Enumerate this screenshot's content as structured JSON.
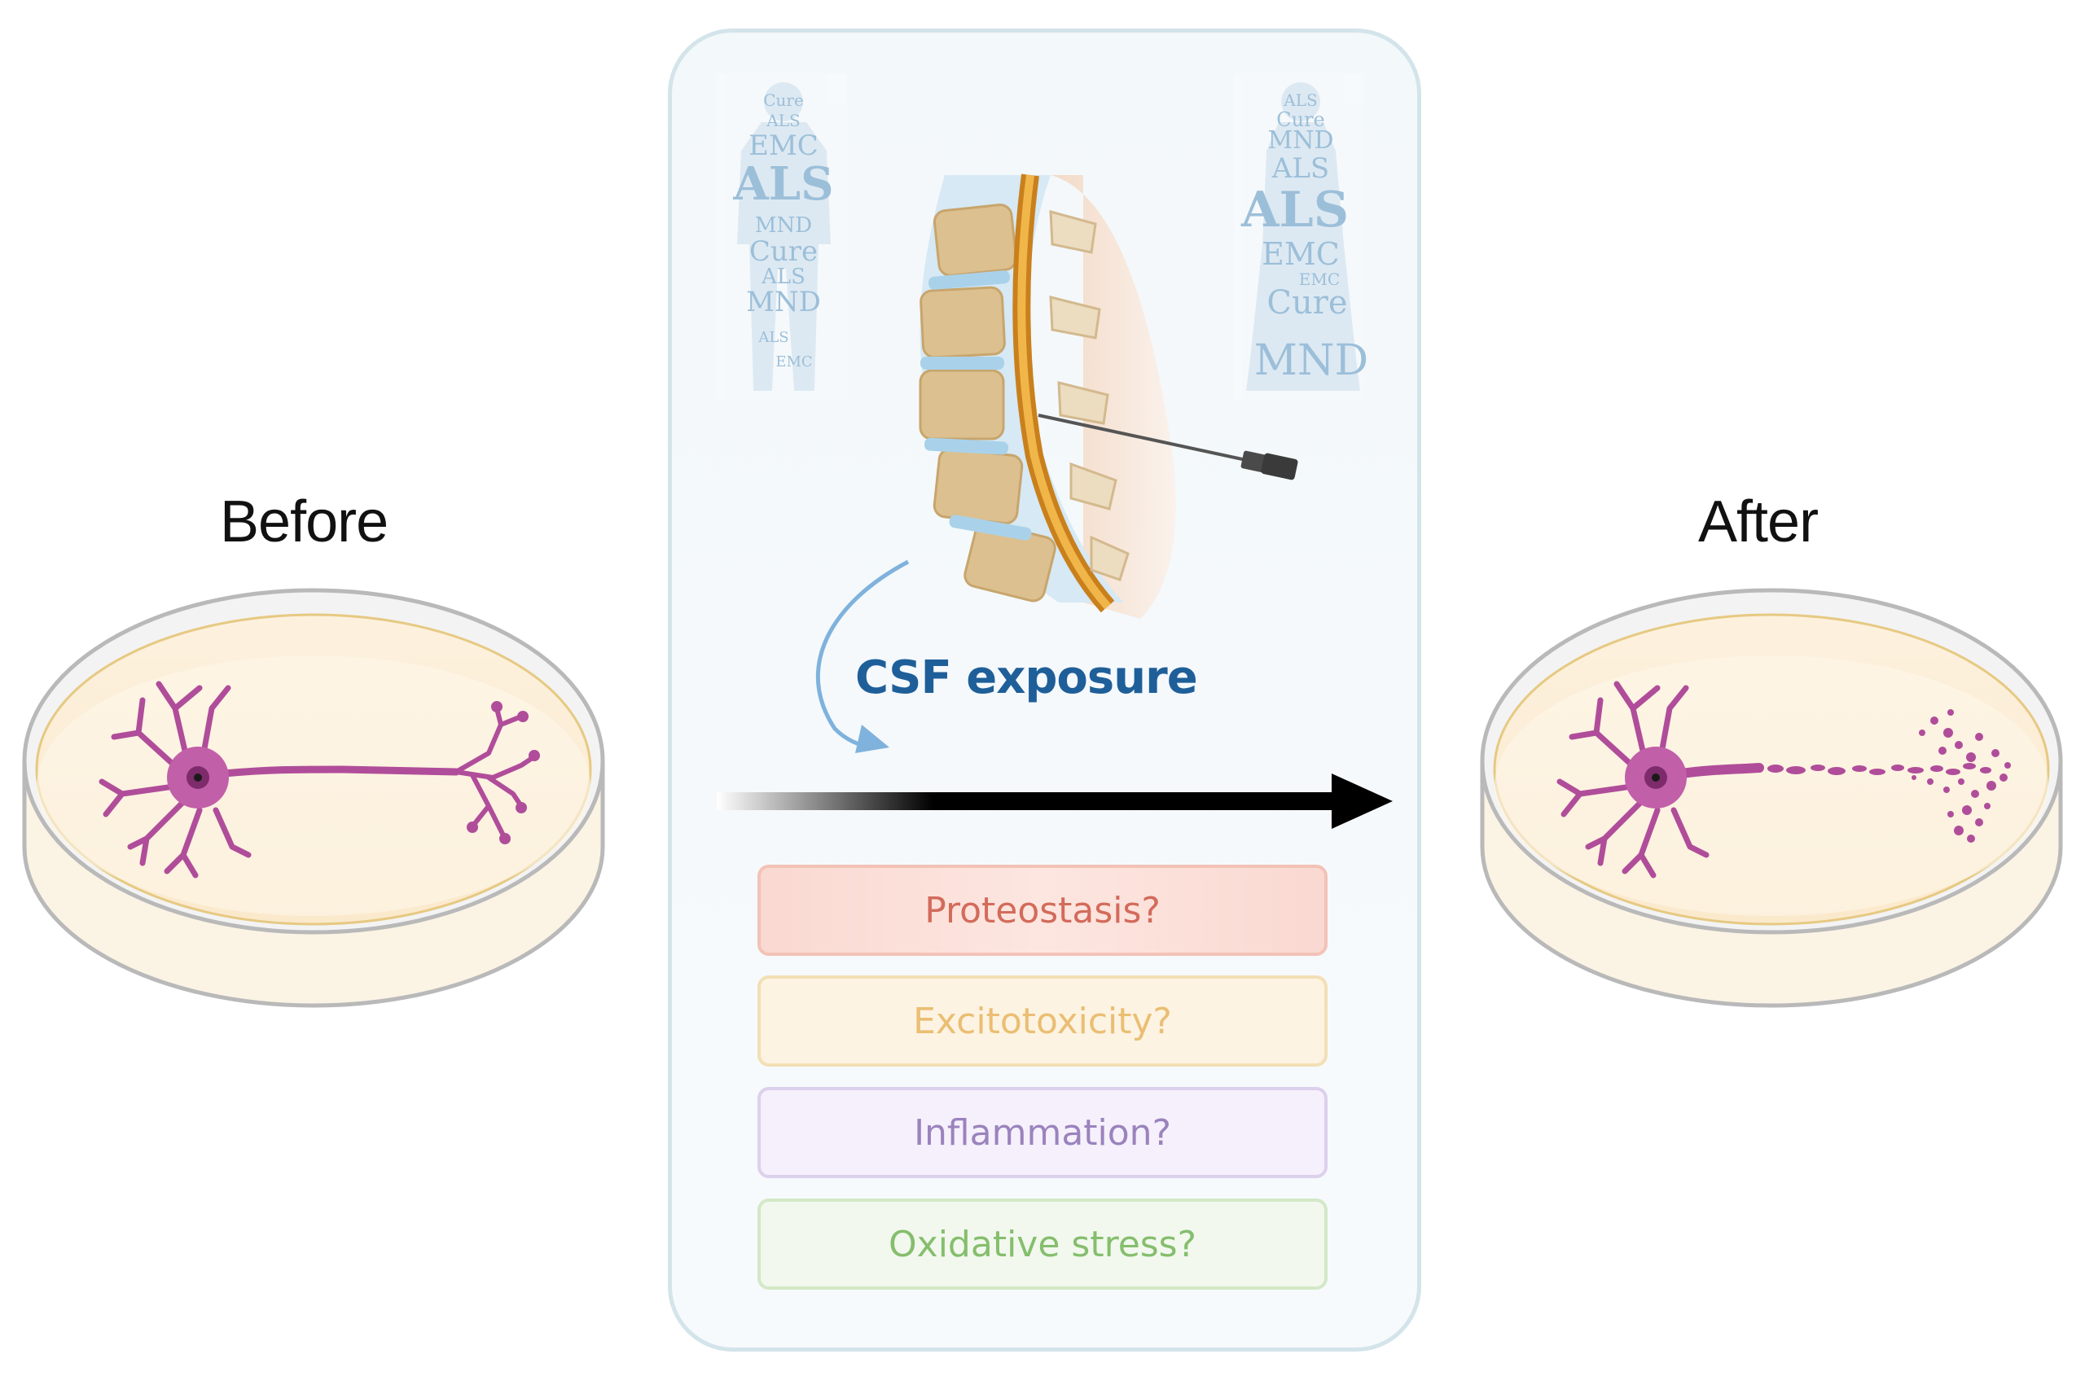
{
  "labels": {
    "before": "Before",
    "after": "After",
    "csf_exposure": "CSF exposure"
  },
  "mechanisms": [
    "Proteostasis?",
    "Excitotoxicity?",
    "Inflammation?",
    "Oxidative stress?"
  ],
  "word_cloud_left": [
    "Cure",
    "ALS",
    "EMC",
    "ALS",
    "MND",
    "Cure",
    "ALS",
    "MND",
    "ALS",
    "EMC"
  ],
  "word_cloud_right": [
    "ALS",
    "Cure",
    "MND",
    "ALS",
    "ALS",
    "EMC",
    "EMC",
    "Cure",
    "MND"
  ],
  "colors": {
    "neuron": "#b04d9a",
    "csf_text": "#1f5f99",
    "word_cloud": "#a9c8e0"
  }
}
